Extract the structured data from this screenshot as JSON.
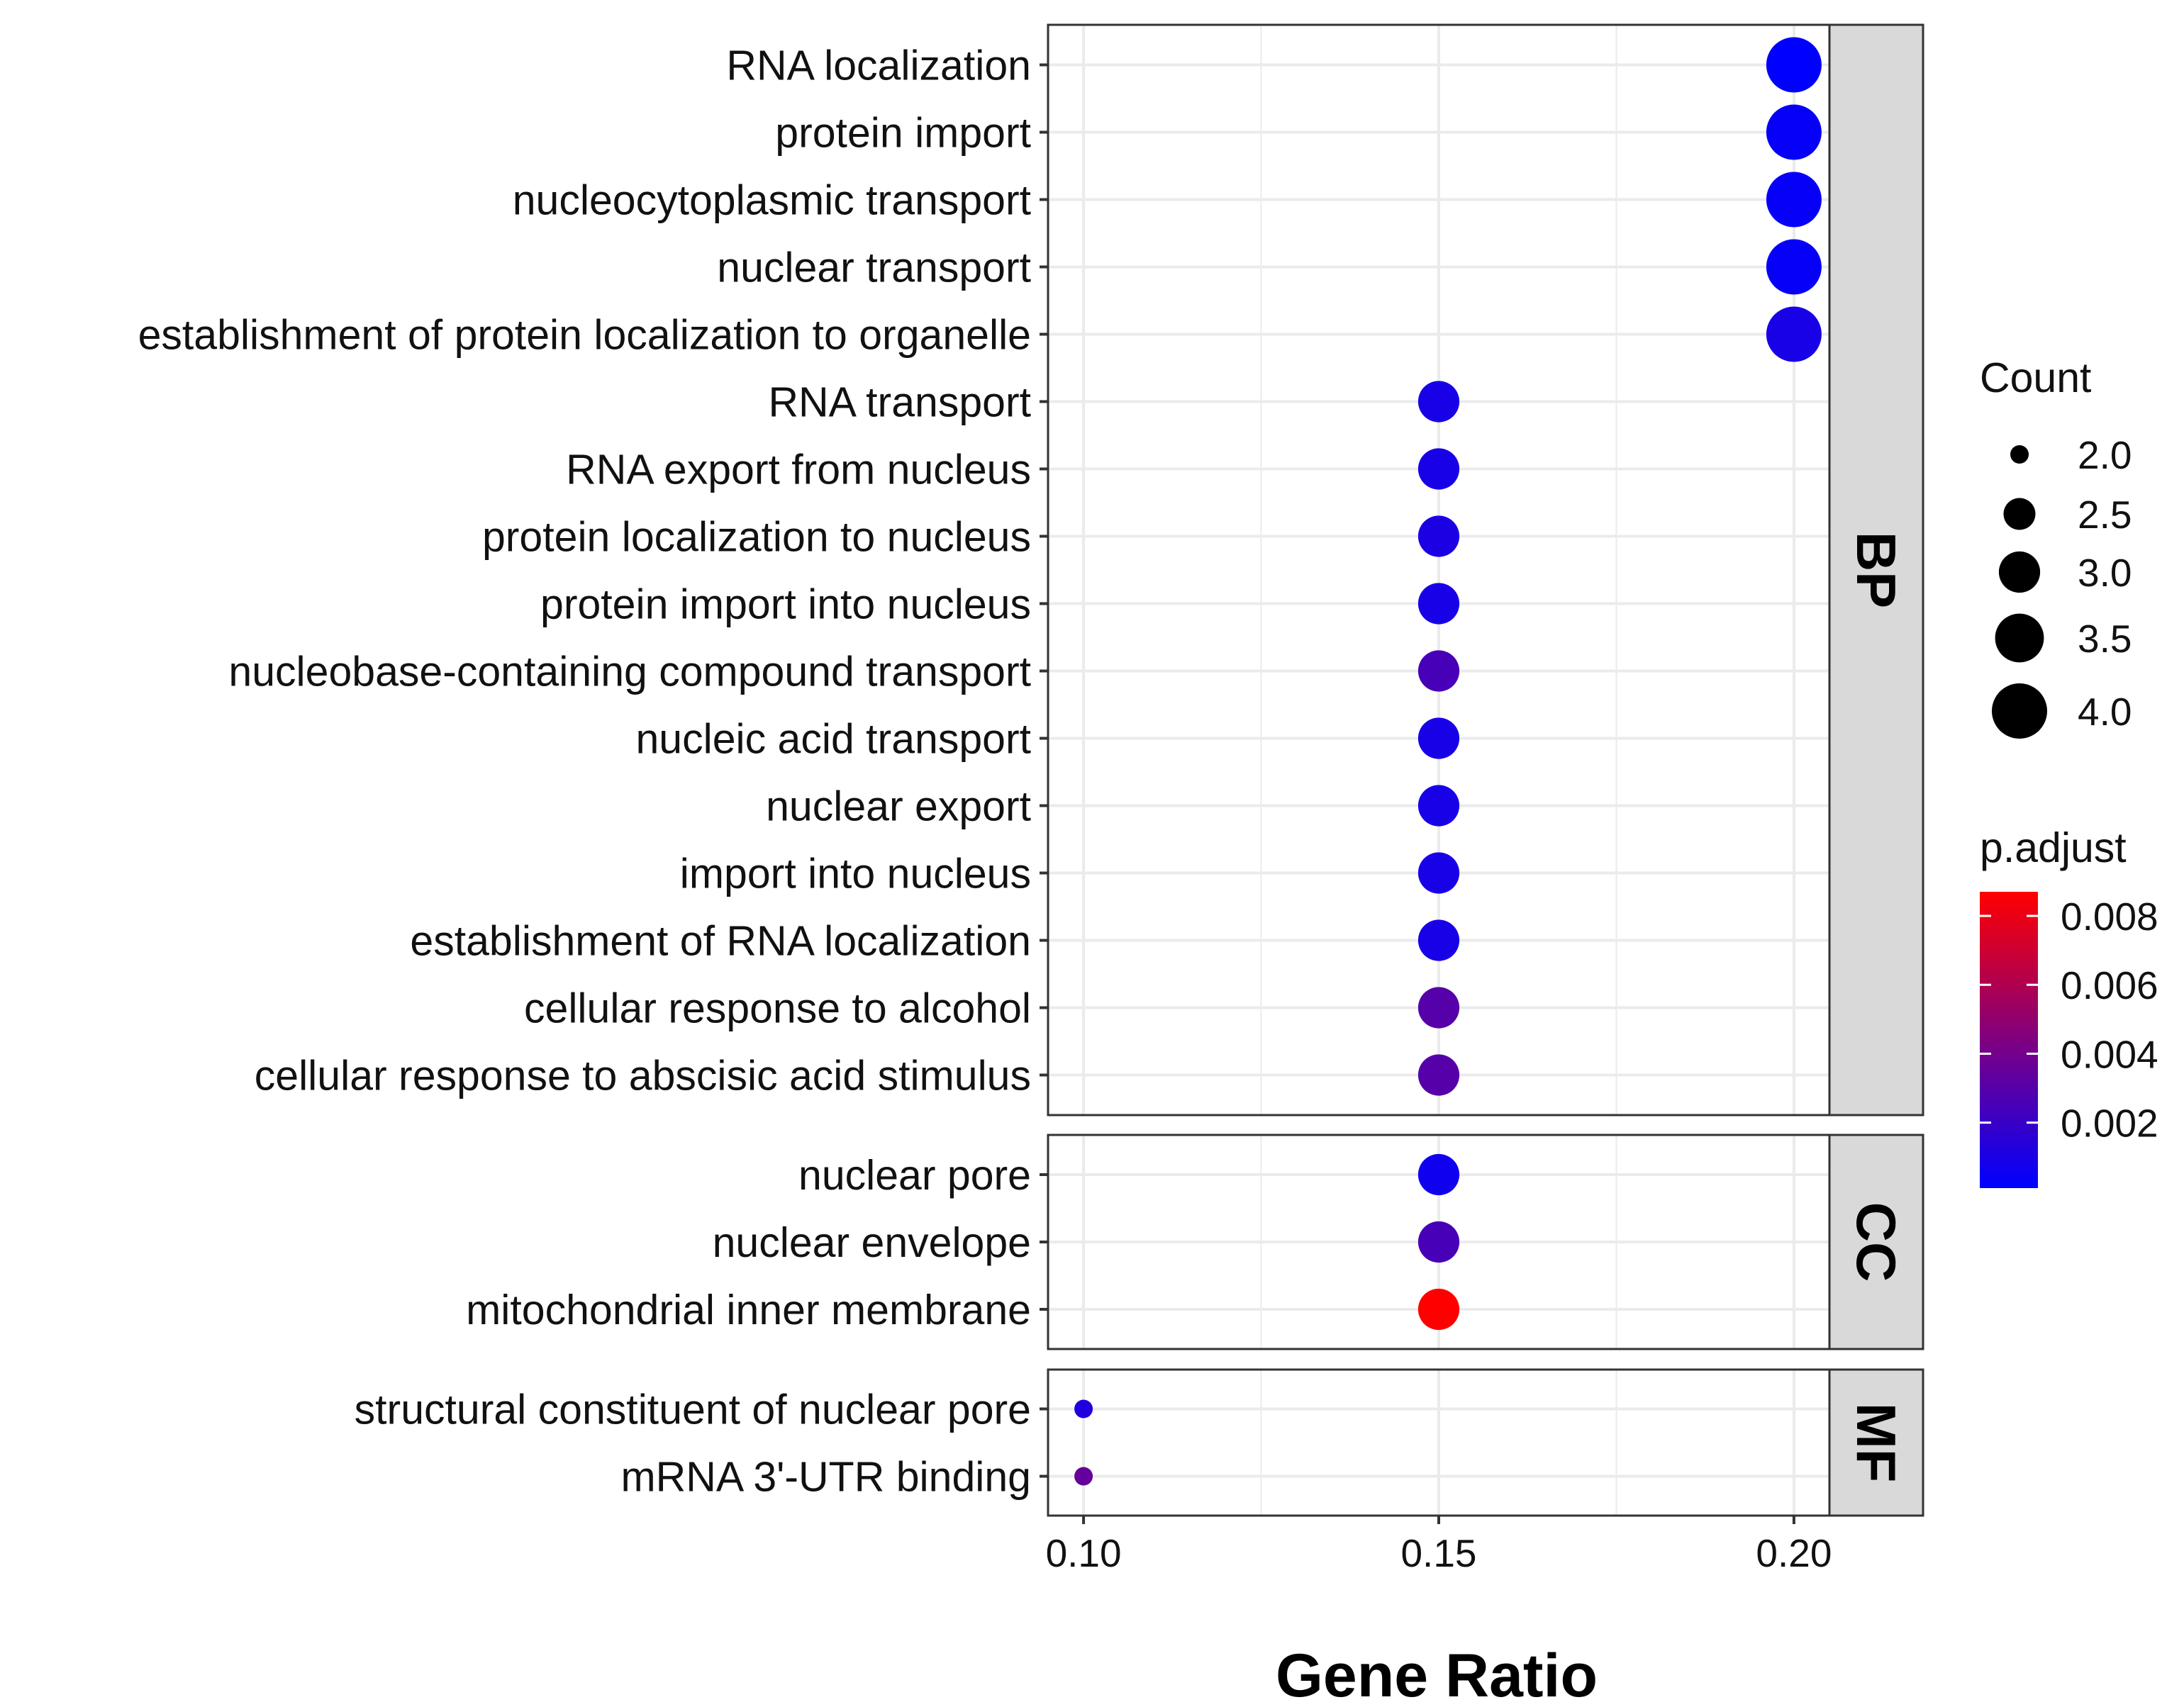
{
  "chart_data": {
    "type": "scatter",
    "xlabel": "Gene Ratio",
    "ylabel": "",
    "xlim": [
      0.095,
      0.205
    ],
    "x_ticks": [
      "0.10",
      "0.15",
      "0.20"
    ],
    "grid": true,
    "legend_position": "right",
    "panels": [
      {
        "name": "BP",
        "points": [
          {
            "term": "RNA localization",
            "gene_ratio": 0.2,
            "count": 4,
            "p_adjust": 0.0001
          },
          {
            "term": "protein import",
            "gene_ratio": 0.2,
            "count": 4,
            "p_adjust": 0.0003
          },
          {
            "term": "nucleocytoplasmic transport",
            "gene_ratio": 0.2,
            "count": 4,
            "p_adjust": 0.0003
          },
          {
            "term": "nuclear transport",
            "gene_ratio": 0.2,
            "count": 4,
            "p_adjust": 0.0003
          },
          {
            "term": "establishment of protein localization to organelle",
            "gene_ratio": 0.2,
            "count": 4,
            "p_adjust": 0.0009
          },
          {
            "term": "RNA transport",
            "gene_ratio": 0.15,
            "count": 3,
            "p_adjust": 0.0009
          },
          {
            "term": "RNA export from nucleus",
            "gene_ratio": 0.15,
            "count": 3,
            "p_adjust": 0.0009
          },
          {
            "term": "protein localization to nucleus",
            "gene_ratio": 0.15,
            "count": 3,
            "p_adjust": 0.001
          },
          {
            "term": "protein import into nucleus",
            "gene_ratio": 0.15,
            "count": 3,
            "p_adjust": 0.0009
          },
          {
            "term": "nucleobase-containing compound transport",
            "gene_ratio": 0.15,
            "count": 3,
            "p_adjust": 0.0025
          },
          {
            "term": "nucleic acid transport",
            "gene_ratio": 0.15,
            "count": 3,
            "p_adjust": 0.0009
          },
          {
            "term": "nuclear export",
            "gene_ratio": 0.15,
            "count": 3,
            "p_adjust": 0.0009
          },
          {
            "term": "import into nucleus",
            "gene_ratio": 0.15,
            "count": 3,
            "p_adjust": 0.0009
          },
          {
            "term": "establishment of RNA localization",
            "gene_ratio": 0.15,
            "count": 3,
            "p_adjust": 0.0009
          },
          {
            "term": "cellular response to alcohol",
            "gene_ratio": 0.15,
            "count": 3,
            "p_adjust": 0.003
          },
          {
            "term": "cellular response to abscisic acid stimulus",
            "gene_ratio": 0.15,
            "count": 3,
            "p_adjust": 0.003
          }
        ]
      },
      {
        "name": "CC",
        "points": [
          {
            "term": "nuclear pore",
            "gene_ratio": 0.15,
            "count": 3,
            "p_adjust": 0.0006
          },
          {
            "term": "nuclear envelope",
            "gene_ratio": 0.15,
            "count": 3,
            "p_adjust": 0.0025
          },
          {
            "term": "mitochondrial inner membrane",
            "gene_ratio": 0.15,
            "count": 3,
            "p_adjust": 0.0087
          }
        ]
      },
      {
        "name": "MF",
        "points": [
          {
            "term": "structural constituent of nuclear pore",
            "gene_ratio": 0.1,
            "count": 2,
            "p_adjust": 0.0012
          },
          {
            "term": "mRNA 3'-UTR binding",
            "gene_ratio": 0.1,
            "count": 2,
            "p_adjust": 0.0035
          }
        ]
      }
    ],
    "size_legend": {
      "title": "Count",
      "labels": [
        "2.0",
        "2.5",
        "3.0",
        "3.5",
        "4.0"
      ],
      "values": [
        2.0,
        2.5,
        3.0,
        3.5,
        4.0
      ]
    },
    "color_legend": {
      "title": "p.adjust",
      "labels": [
        "0.008",
        "0.006",
        "0.004",
        "0.002"
      ],
      "values": [
        0.008,
        0.006,
        0.004,
        0.002
      ],
      "range": [
        0.0001,
        0.0087
      ],
      "low_color": "#0000ff",
      "high_color": "#ff0000"
    },
    "colors": {
      "grid": "#ebebeb",
      "panel_border": "#333333",
      "strip_fill": "#d9d9d9"
    }
  }
}
